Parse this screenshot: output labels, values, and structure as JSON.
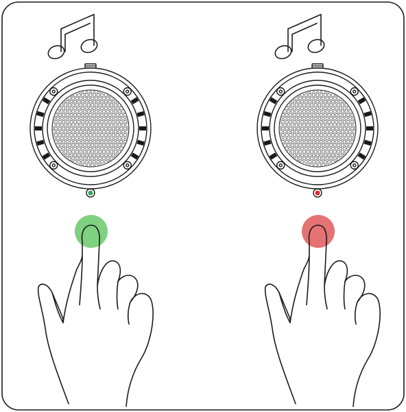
{
  "panels": [
    {
      "id": "left",
      "state": "on",
      "indicator_color": "#2fa84f",
      "touch_color": "#7fd07f",
      "icons": {
        "note": "music-note-icon",
        "hand": "pointing-hand-icon",
        "speaker": "speaker-icon"
      }
    },
    {
      "id": "right",
      "state": "off",
      "indicator_color": "#d9292e",
      "touch_color": "#e57373",
      "icons": {
        "note": "music-note-icon",
        "hand": "pointing-hand-icon",
        "speaker": "speaker-icon"
      }
    }
  ],
  "colors": {
    "line": "#1a1a1a",
    "background": "#ffffff"
  }
}
